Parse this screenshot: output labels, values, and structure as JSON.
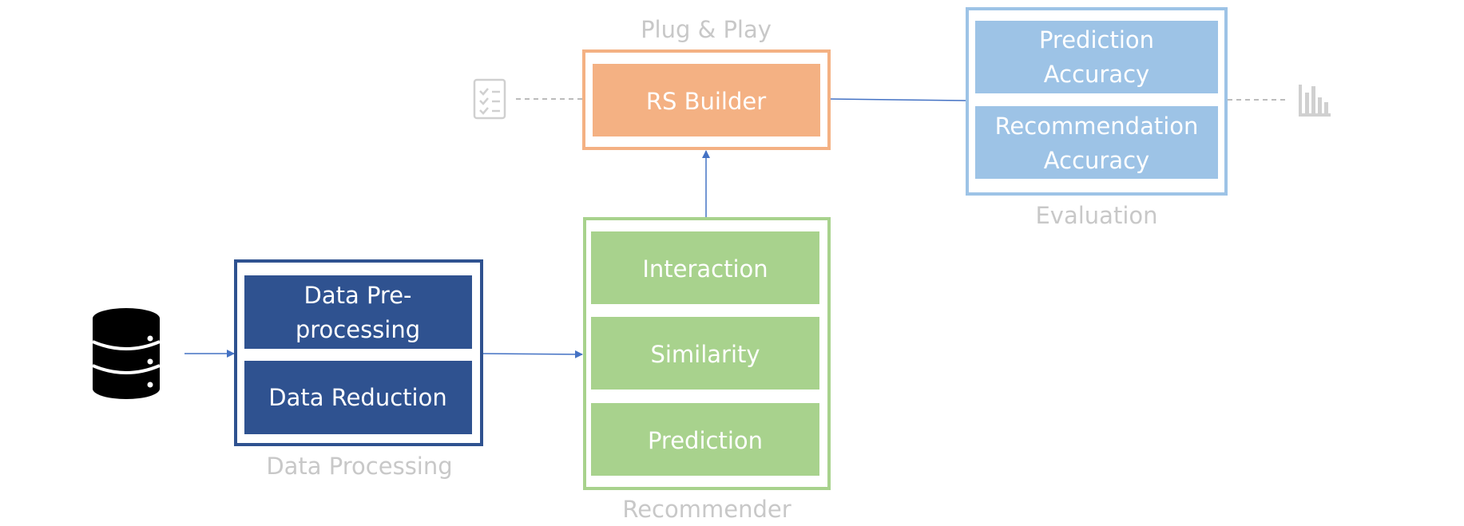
{
  "colors": {
    "data_processing": "#2f5290",
    "recommender": "#a8d28d",
    "plug_and_play": "#f4b183",
    "evaluation": "#9dc3e6",
    "caption": "#c8c8c8",
    "arrow": "#4472c4",
    "dashed": "#a6a6a6"
  },
  "groups": {
    "data_processing": {
      "caption": "Data Processing",
      "items": [
        {
          "line1": "Data Pre-",
          "line2": "processing"
        },
        {
          "line1": "Data Reduction",
          "line2": ""
        }
      ]
    },
    "recommender": {
      "caption": "Recommender",
      "items": [
        {
          "line1": "Interaction",
          "line2": ""
        },
        {
          "line1": "Similarity",
          "line2": ""
        },
        {
          "line1": "Prediction",
          "line2": ""
        }
      ]
    },
    "plug_and_play": {
      "caption": "Plug & Play",
      "items": [
        {
          "line1": "RS Builder",
          "line2": ""
        }
      ]
    },
    "evaluation": {
      "caption": "Evaluation",
      "items": [
        {
          "line1": "Prediction",
          "line2": "Accuracy"
        },
        {
          "line1": "Recommendation",
          "line2": "Accuracy"
        }
      ]
    }
  },
  "icons": {
    "source": "database-icon",
    "input": "checklist-icon",
    "output": "bar-chart-icon"
  }
}
